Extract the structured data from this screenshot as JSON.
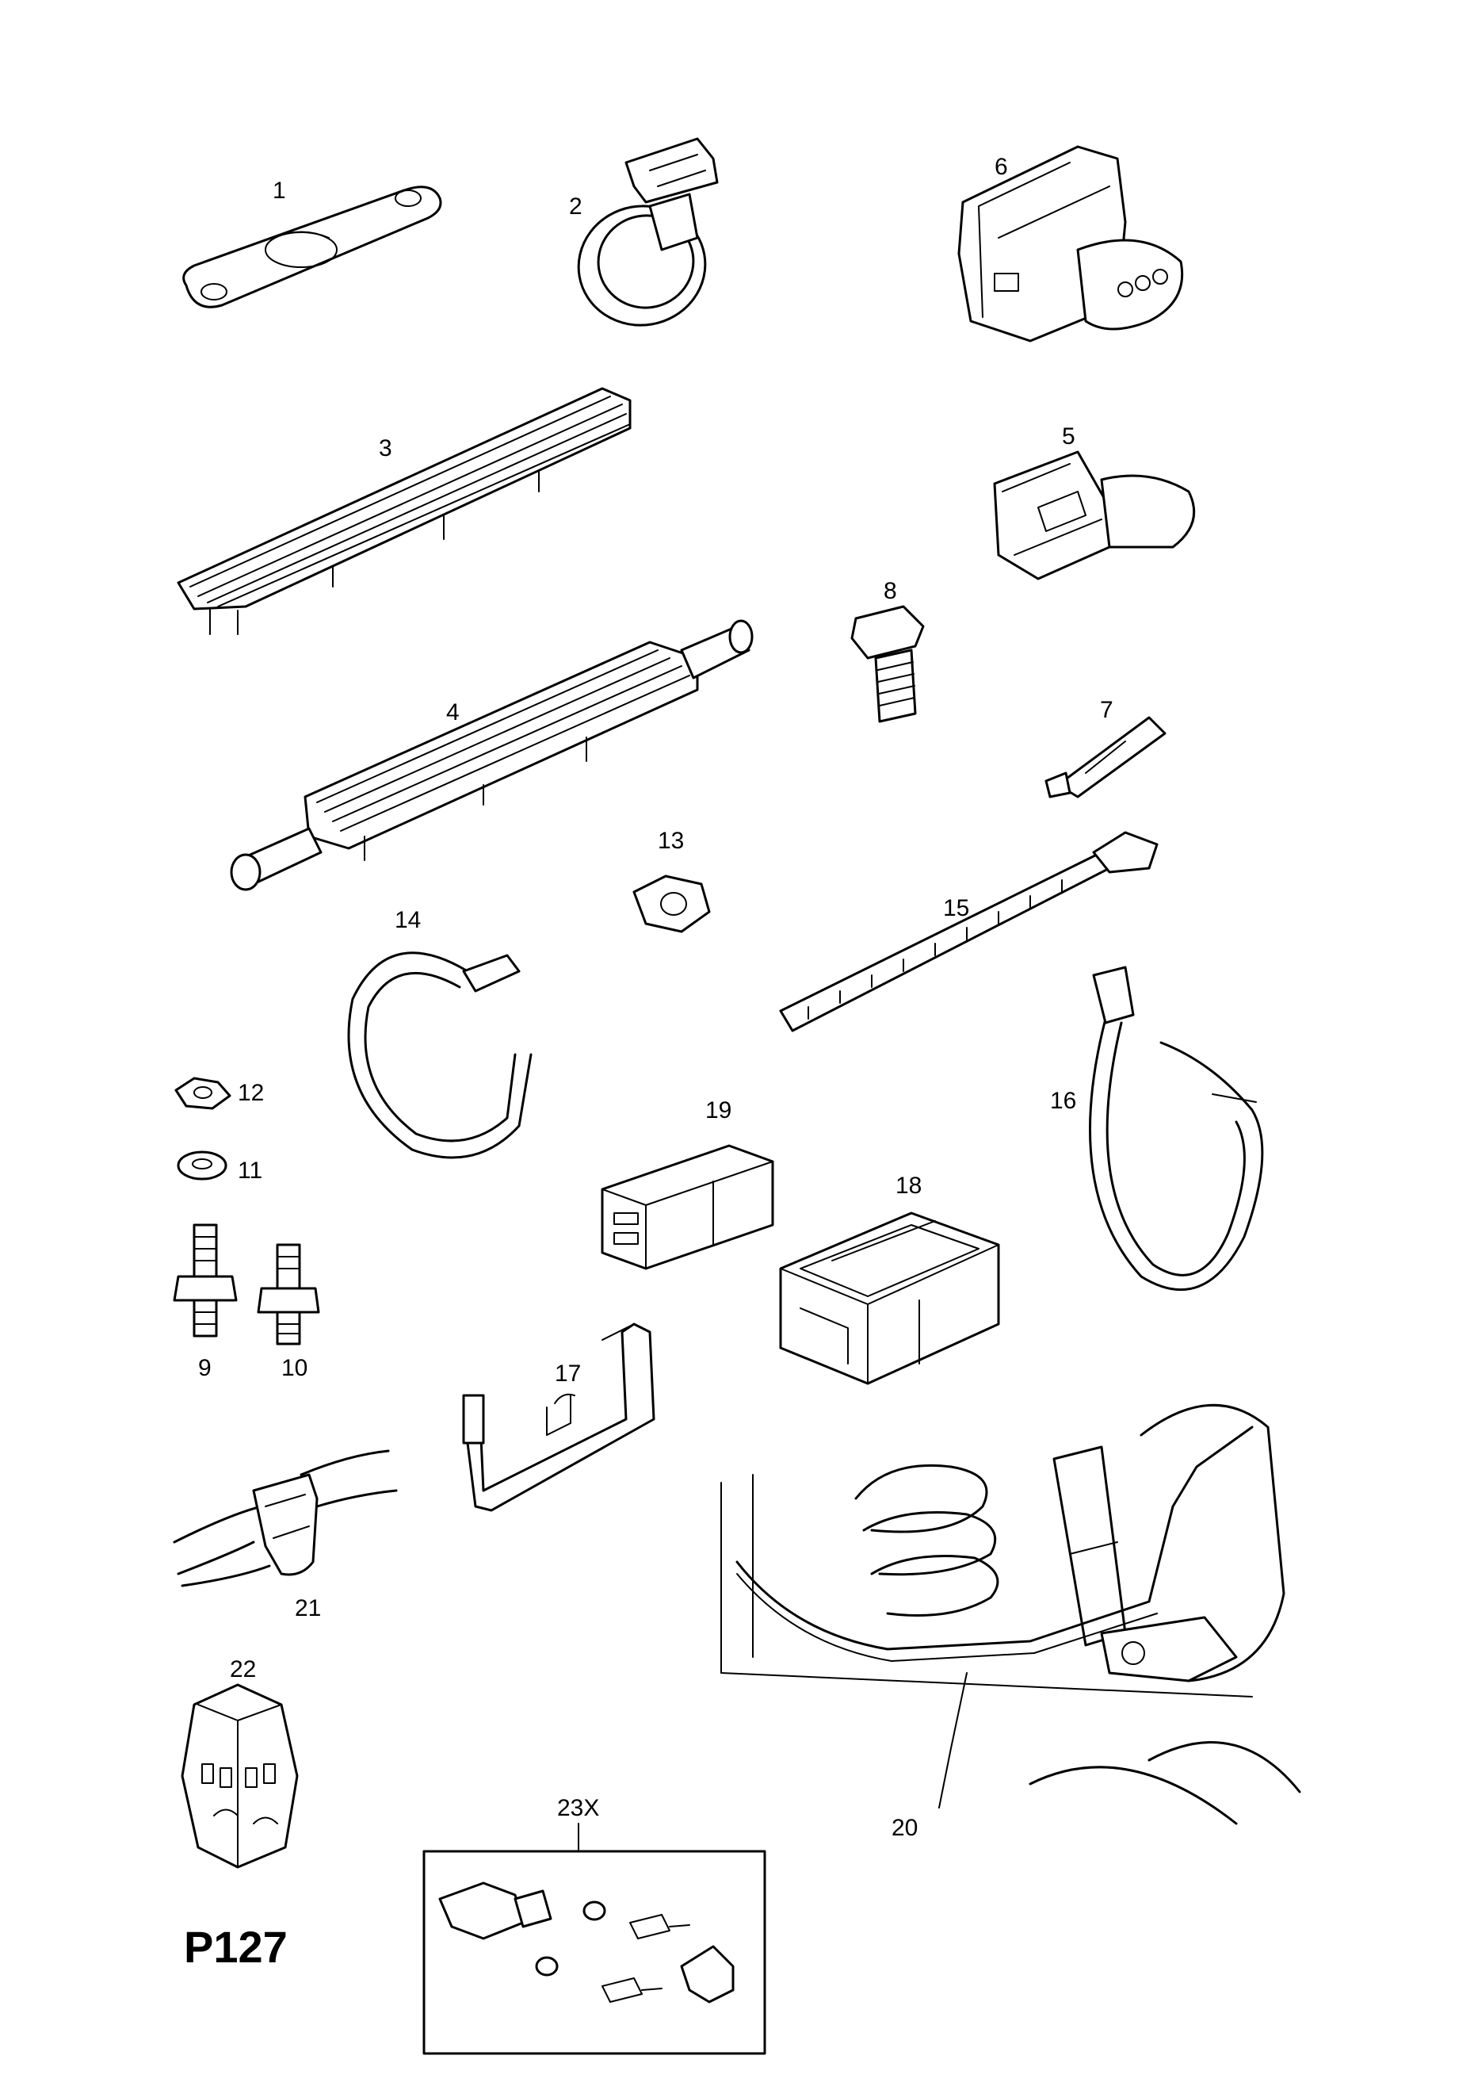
{
  "page_code": "P127",
  "callouts": {
    "c1": "1",
    "c2": "2",
    "c3": "3",
    "c4": "4",
    "c5": "5",
    "c6": "6",
    "c7": "7",
    "c8": "8",
    "c9": "9",
    "c10": "10",
    "c11": "11",
    "c12": "12",
    "c13": "13",
    "c14": "14",
    "c15": "15",
    "c16": "16",
    "c17": "17",
    "c18": "18",
    "c19": "19",
    "c20": "20",
    "c21": "21",
    "c22": "22",
    "c23x": "23X"
  },
  "line_color": "#000000",
  "background": "#ffffff"
}
